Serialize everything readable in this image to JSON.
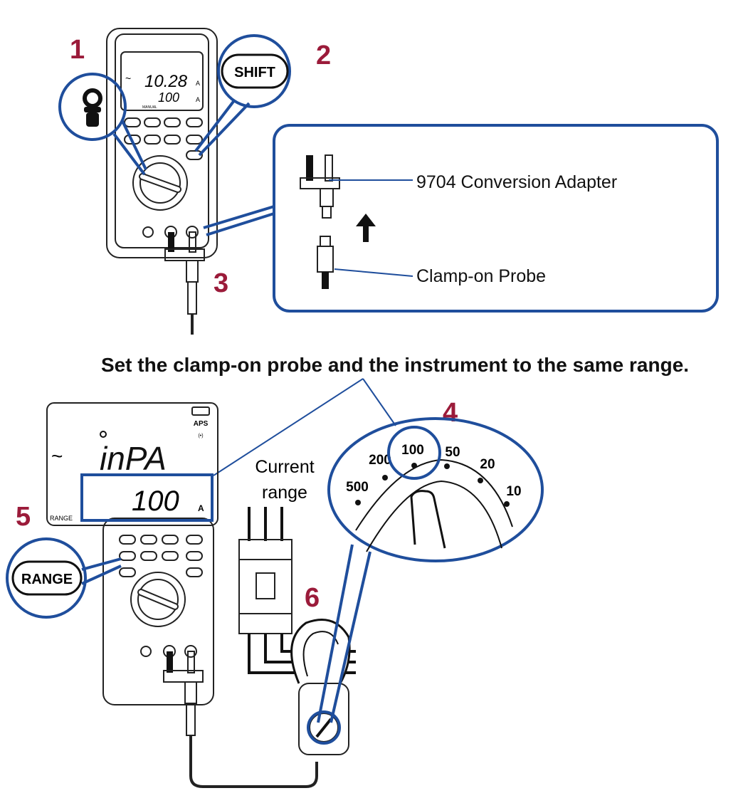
{
  "colors": {
    "accent_blue": "#1f4e9c",
    "step_number": "#9b1b3a",
    "text": "#111111"
  },
  "steps": {
    "s1": "1",
    "s2": "2",
    "s3": "3",
    "s4": "4",
    "s5": "5",
    "s6": "6"
  },
  "top_meter": {
    "display_main": "10.28",
    "display_sub": "100",
    "unit_main": "A",
    "unit_sub": "A",
    "mode_label": "MANUAL",
    "icons": [
      "clamp-function-icon",
      "shift-button"
    ]
  },
  "buttons": {
    "shift": "SHIFT",
    "range": "RANGE"
  },
  "callout_box": {
    "adapter_label": "9704 Conversion Adapter",
    "probe_label": "Clamp-on Probe"
  },
  "instruction": "Set the clamp-on probe and the instrument to the same range.",
  "bottom_meter": {
    "display_main": "inPA",
    "display_sub": "100",
    "unit_sub": "A",
    "aps_label": "APS",
    "range_label": "RANGE"
  },
  "current_range": {
    "line1": "Current",
    "line2": "range"
  },
  "probe_dial": {
    "ticks": [
      "500",
      "200",
      "100",
      "50",
      "20",
      "10"
    ],
    "selected": "100"
  }
}
